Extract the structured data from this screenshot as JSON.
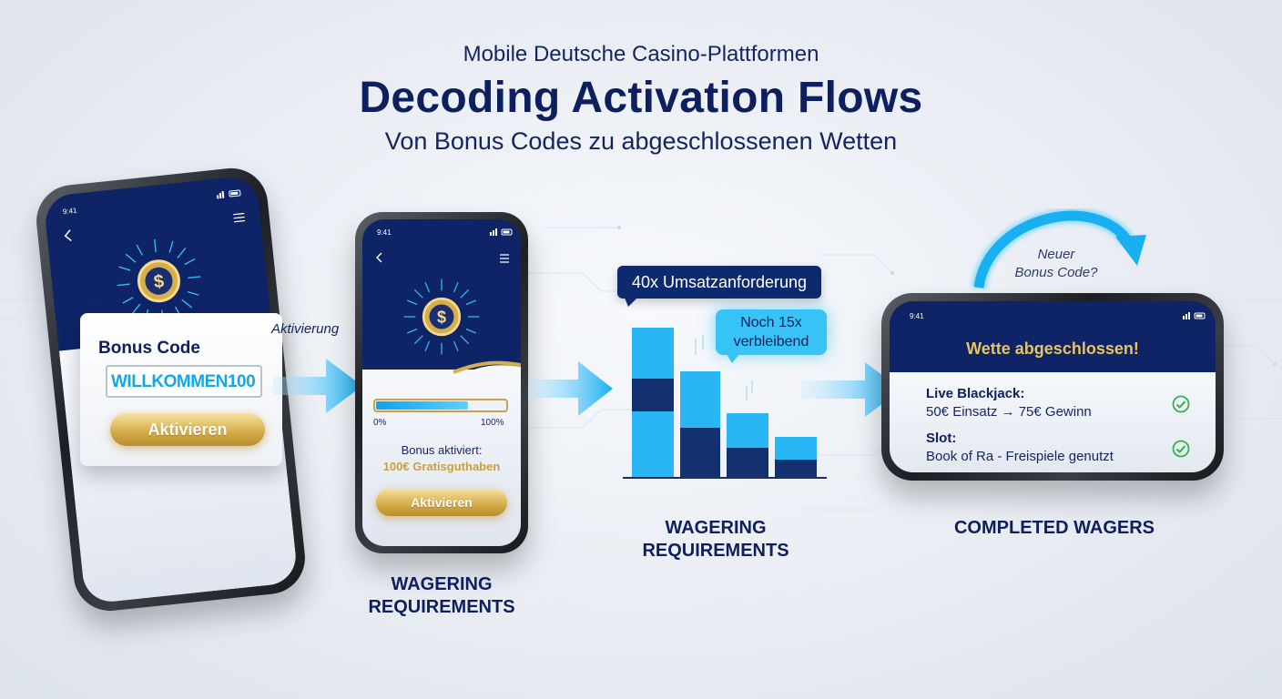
{
  "header": {
    "supertitle": "Mobile Deutsche Casino-Plattformen",
    "title": "Decoding Activation Flows",
    "subtitle": "Von Bonus Codes zu abgeschlossenen Wetten"
  },
  "status_time": "9:41",
  "step1": {
    "card_title": "Bonus Code",
    "code_value": "WILLKOMMEN100",
    "button_label": "Aktivieren",
    "arrow_label": "Aktivierung"
  },
  "step2": {
    "progress_min": "0%",
    "progress_max": "100%",
    "progress_fraction": 0.72,
    "status_line": "Bonus aktiviert:",
    "credit_line": "100€ Gratisguthaben",
    "button_label": "Aktivieren",
    "section_label_line1": "WAGERING",
    "section_label_line2": "REQUIREMENTS"
  },
  "step3": {
    "callout_requirement": "40x Umsatzanforderung",
    "callout_remaining_line1": "Noch 15x",
    "callout_remaining_line2": "verbleibend",
    "section_label_line1": "WAGERING",
    "section_label_line2": "REQUIREMENTS"
  },
  "step4": {
    "banner": "Wette abgeschlossen!",
    "rows": [
      {
        "heading": "Live Blackjack:",
        "detail": "50€ Einsatz → 75€ Gewinn"
      },
      {
        "heading": "Slot:",
        "detail": "Book of Ra - Freispiele genutzt"
      }
    ],
    "loop_label_line1": "Neuer",
    "loop_label_line2": "Bonus Code?",
    "section_label": "COMPLETED WAGERS"
  },
  "colors": {
    "navy": "#0d1f5c",
    "cyan": "#1fb4f2",
    "gold": "#d6ae4c",
    "check_green": "#2fb34a"
  }
}
